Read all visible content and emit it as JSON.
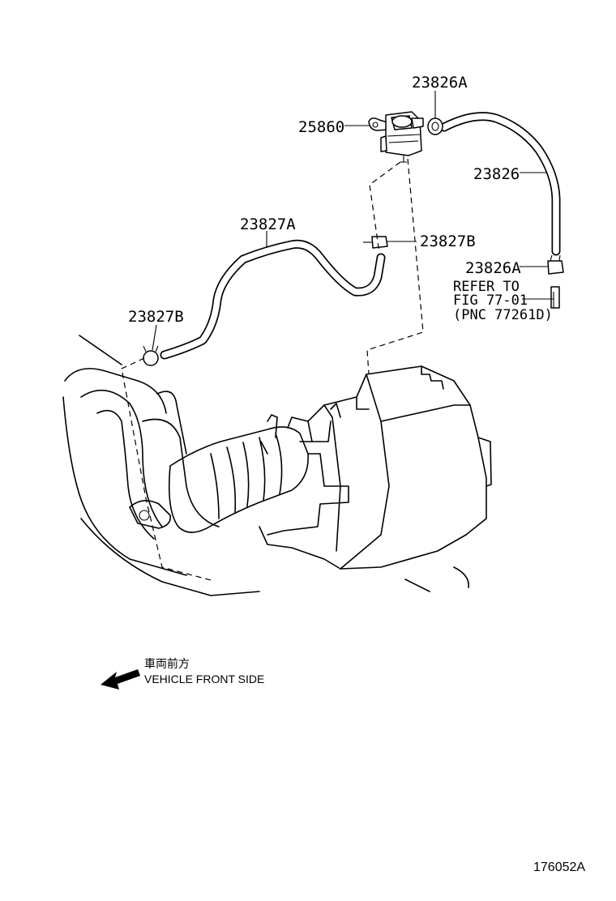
{
  "callouts": {
    "clip_upper": "23826A",
    "vsv": "25860",
    "hose_upper": "23826",
    "hose_lower": "23827A",
    "clip_mid": "23827B",
    "clip_left": "23827B",
    "clip_right": "23826A"
  },
  "reference": {
    "line1": "REFER TO",
    "line2": "FIG 77-01",
    "line3": "(PNC 77261D)"
  },
  "direction": {
    "japanese": "車両前方",
    "english": "VEHICLE FRONT SIDE"
  },
  "figure_code": "176052A"
}
